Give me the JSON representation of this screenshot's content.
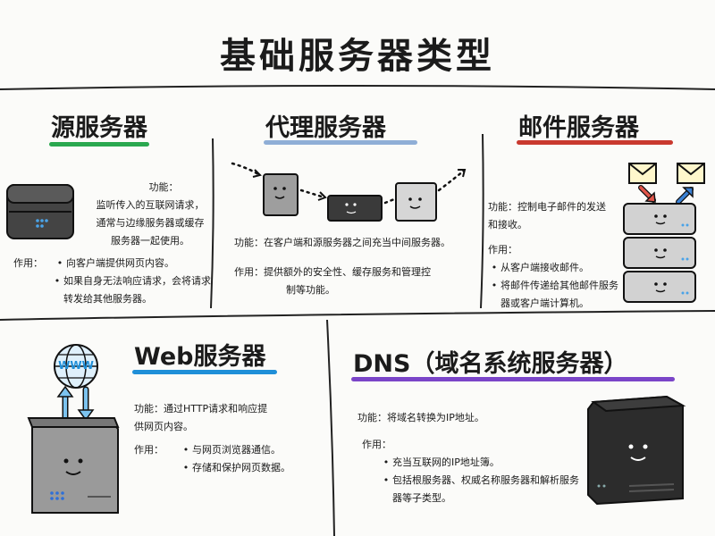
{
  "title": "基础服务器类型",
  "colors": {
    "origin": "#2aa84f",
    "proxy": "#8faed6",
    "mail": "#c9392f",
    "web": "#1f8fd8",
    "dns": "#7a45c8"
  },
  "origin": {
    "title": "源服务器",
    "func_label": "功能：",
    "func_lines": [
      "监听传入的互联网请求，",
      "通常与边缘服务器或缓存",
      "服务器一起使用。"
    ],
    "use_label": "作用：",
    "uses": [
      "向客户端提供网页内容。",
      "如果自身无法响应请求，会将请求转发给其他服务器。"
    ]
  },
  "proxy": {
    "title": "代理服务器",
    "func": "功能：在客户端和源服务器之间充当中间服务器。",
    "use_lines": [
      "作用：提供额外的安全性、缓存服务和管理控",
      "制等功能。"
    ]
  },
  "mail": {
    "title": "邮件服务器",
    "func_lines": [
      "功能：控制电子邮件的发送",
      "和接收。"
    ],
    "use_label": "作用：",
    "uses": [
      "从客户端接收邮件。",
      "将邮件传递给其他邮件服务器或客户端计算机。"
    ]
  },
  "web": {
    "title": "Web服务器",
    "globe_text": "WWW",
    "func_lines": [
      "功能：通过HTTP请求和响应提",
      "供网页内容。"
    ],
    "use_label": "作用：",
    "uses": [
      "与网页浏览器通信。",
      "存储和保护网页数据。"
    ]
  },
  "dns": {
    "title": "DNS（域名系统服务器）",
    "func": "功能：将域名转换为IP地址。",
    "use_label": "作用：",
    "uses": [
      "充当互联网的IP地址簿。",
      "包括根服务器、权威名称服务器和解析服务器等子类型。"
    ]
  }
}
